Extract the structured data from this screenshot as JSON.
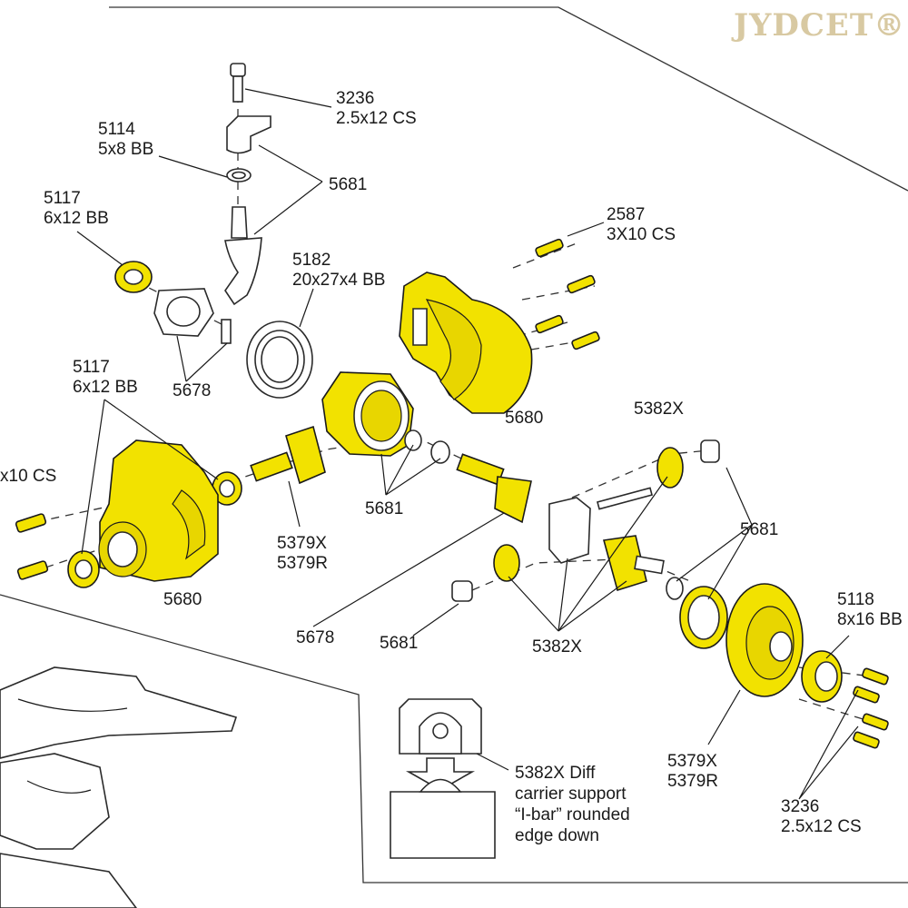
{
  "watermark": "JYDCET®",
  "colors": {
    "highlight": "#f2e200",
    "line": "#1a1a1a"
  },
  "labels": {
    "p3236_top": [
      "3236",
      "2.5x12 CS"
    ],
    "p5114": [
      "5114",
      "5x8 BB"
    ],
    "p5681_top": [
      "5681"
    ],
    "p5117_top": [
      "5117",
      "6x12 BB"
    ],
    "p2587": [
      "2587",
      "3X10 CS"
    ],
    "p5182": [
      "5182",
      "20x27x4 BB"
    ],
    "p5678_left": [
      "5678"
    ],
    "p5117_mid": [
      "5117",
      "6x12 BB"
    ],
    "p5680_right": [
      "5680"
    ],
    "p5382x_top": [
      "5382X"
    ],
    "p_x10cs": [
      "x10 CS"
    ],
    "p5681_mid": [
      "5681"
    ],
    "p5681_right": [
      "5681"
    ],
    "p5379_left": [
      "5379X",
      "5379R"
    ],
    "p5680_left": [
      "5680"
    ],
    "p5118": [
      "5118",
      "8x16 BB"
    ],
    "p5678_bottom": [
      "5678"
    ],
    "p5681_bottom": [
      "5681"
    ],
    "p5382x_bottom": [
      "5382X"
    ],
    "p5379_right": [
      "5379X",
      "5379R"
    ],
    "p5382x_note": [
      "5382X Diff",
      "carrier support",
      "“I-bar” rounded",
      "edge down"
    ],
    "p3236_bottom": [
      "3236",
      "2.5x12 CS"
    ]
  }
}
